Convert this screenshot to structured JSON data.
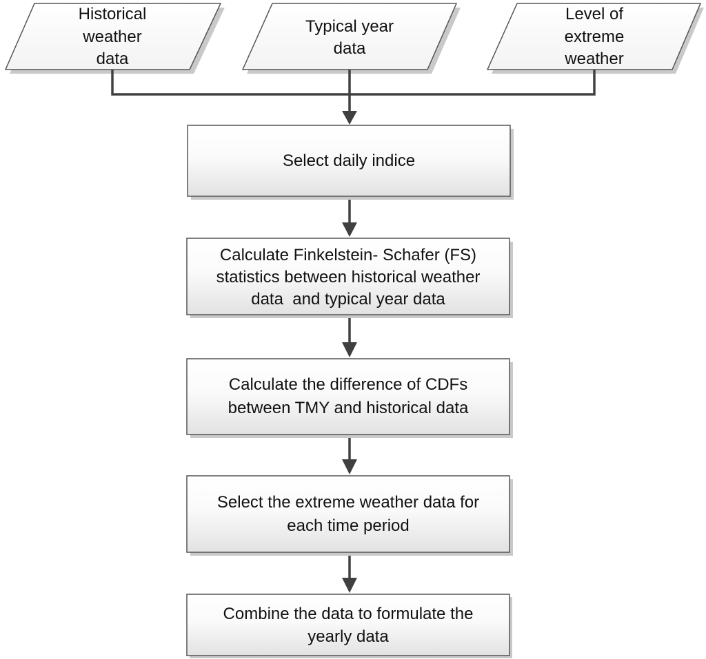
{
  "inputs": [
    {
      "lines": [
        "Historical",
        "weather",
        "data"
      ]
    },
    {
      "lines": [
        "Typical year",
        "data"
      ]
    },
    {
      "lines": [
        "Level of",
        "extreme",
        "weather"
      ]
    }
  ],
  "steps": [
    {
      "lines": [
        "Select daily indice"
      ]
    },
    {
      "lines": [
        "Calculate Finkelstein- Schafer (FS)",
        "statistics between historical weather",
        "data  and typical year data"
      ]
    },
    {
      "lines": [
        "Calculate the difference of CDFs",
        "between TMY and historical data"
      ]
    },
    {
      "lines": [
        "Select the extreme weather data for",
        "each time period"
      ]
    },
    {
      "lines": [
        "Combine the data to formulate the",
        "yearly data"
      ]
    }
  ]
}
